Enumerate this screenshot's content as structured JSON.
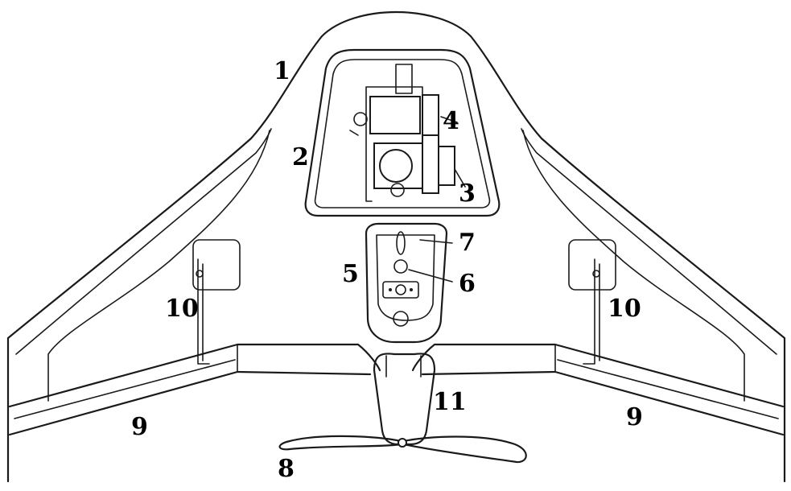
{
  "labels": {
    "l1": "1",
    "l2": "2",
    "l3": "3",
    "l4": "4",
    "l5": "5",
    "l6": "6",
    "l7": "7",
    "l8": "8",
    "l9_left": "9",
    "l9_right": "9",
    "l10_left": "10",
    "l10_right": "10",
    "l11": "11"
  }
}
